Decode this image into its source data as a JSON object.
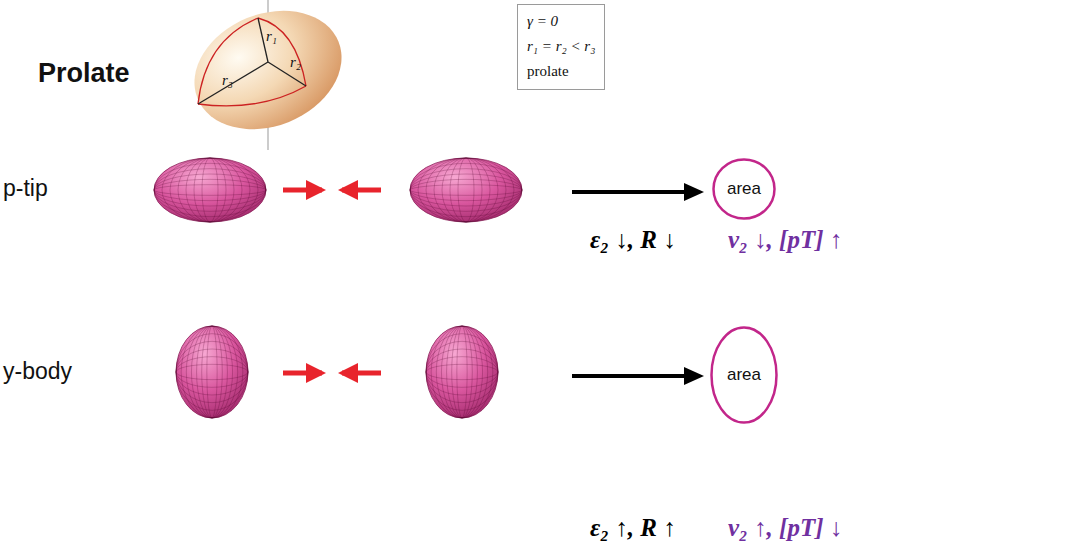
{
  "diagram": {
    "nodes": [
      {
        "text": [
          "γ = 0",
          "r₁ = r₂ < r₃",
          "prolate"
        ]
      },
      {
        "text": [
          "area"
        ]
      },
      {
        "text": [
          "area"
        ]
      }
    ],
    "labels": [
      "Prolate",
      "r₁",
      "r₂",
      "r₃",
      "p-tip",
      "y-body",
      "ε₂ ↓, R ↓",
      "v₂ ↓, [pT] ↑",
      "ε₂ ↑, R ↑",
      "v₂ ↑, [pT] ↓"
    ]
  }
}
